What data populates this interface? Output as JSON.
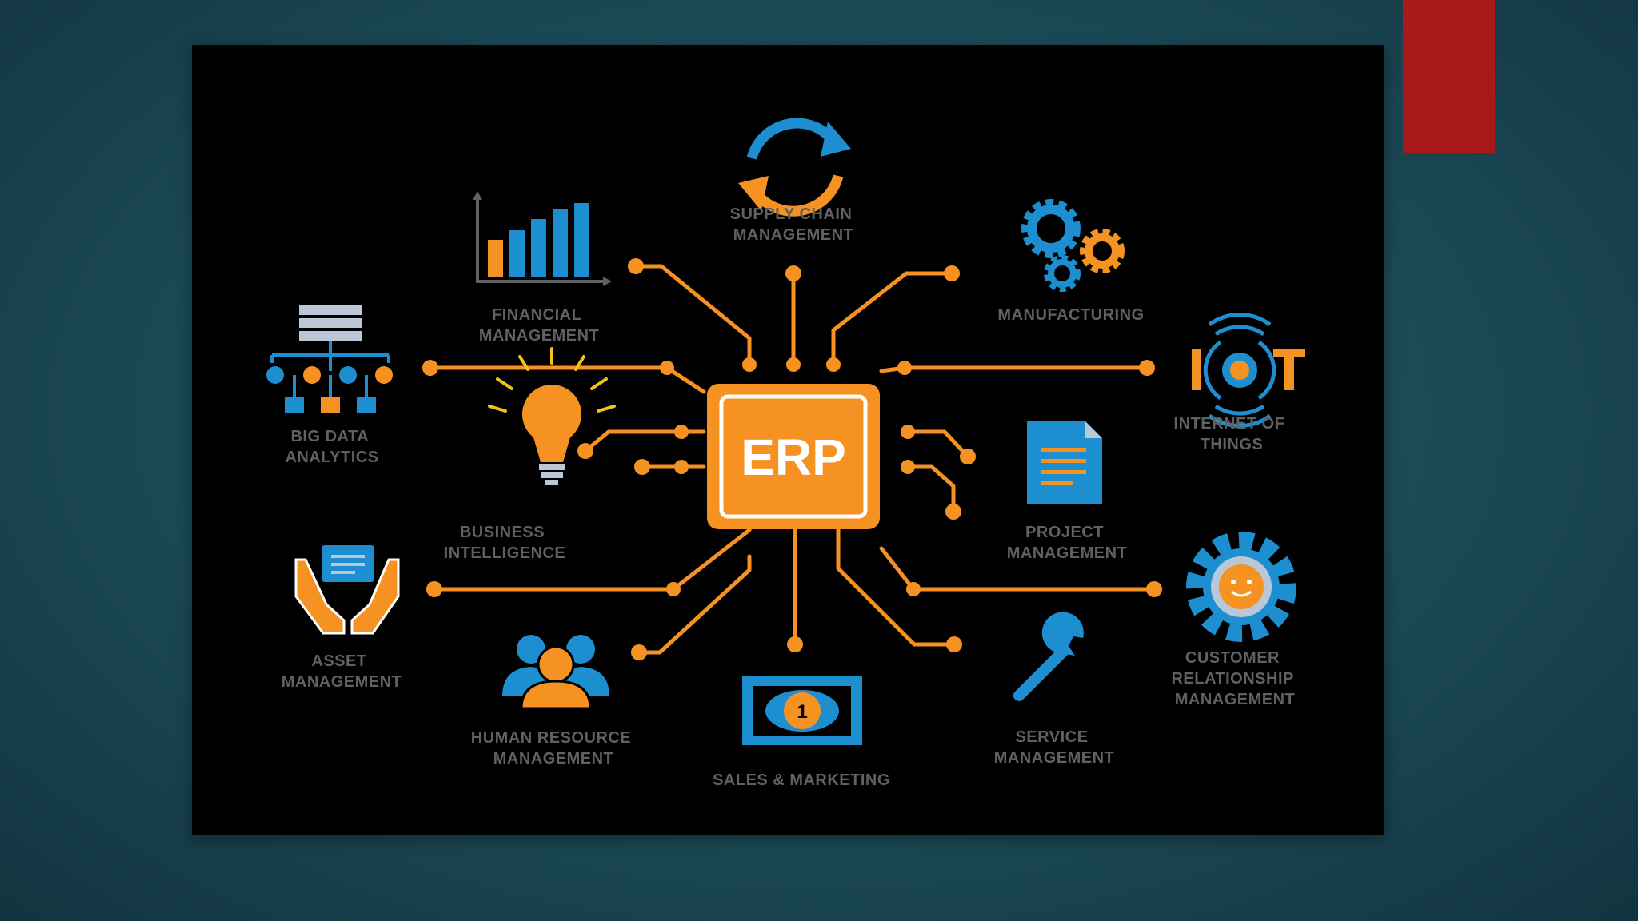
{
  "diagram": {
    "center": "ERP",
    "modules": {
      "supply_chain": [
        "SUPPLY CHAIN",
        "MANAGEMENT"
      ],
      "financial": [
        "FINANCIAL",
        "MANAGEMENT"
      ],
      "manufacturing": [
        "MANUFACTURING"
      ],
      "big_data": [
        "BIG DATA",
        "ANALYTICS"
      ],
      "iot": [
        "INTERNET OF",
        "THINGS"
      ],
      "business_intelligence": [
        "BUSINESS",
        "INTELLIGENCE"
      ],
      "project": [
        "PROJECT",
        "MANAGEMENT"
      ],
      "asset": [
        "ASSET",
        "MANAGEMENT"
      ],
      "crm": [
        "CUSTOMER",
        "RELATIONSHIP",
        "MANAGEMENT"
      ],
      "hr": [
        "HUMAN RESOURCE",
        "MANAGEMENT"
      ],
      "sales": [
        "SALES & MARKETING"
      ],
      "service": [
        "SERVICE",
        "MANAGEMENT"
      ]
    },
    "iot_logo": "IoT",
    "money_symbol": "1"
  },
  "colors": {
    "orange": "#f59222",
    "blue": "#1d8fd0",
    "panel": "#000000",
    "label": "#5f6163",
    "accent_red": "#a8191b"
  }
}
